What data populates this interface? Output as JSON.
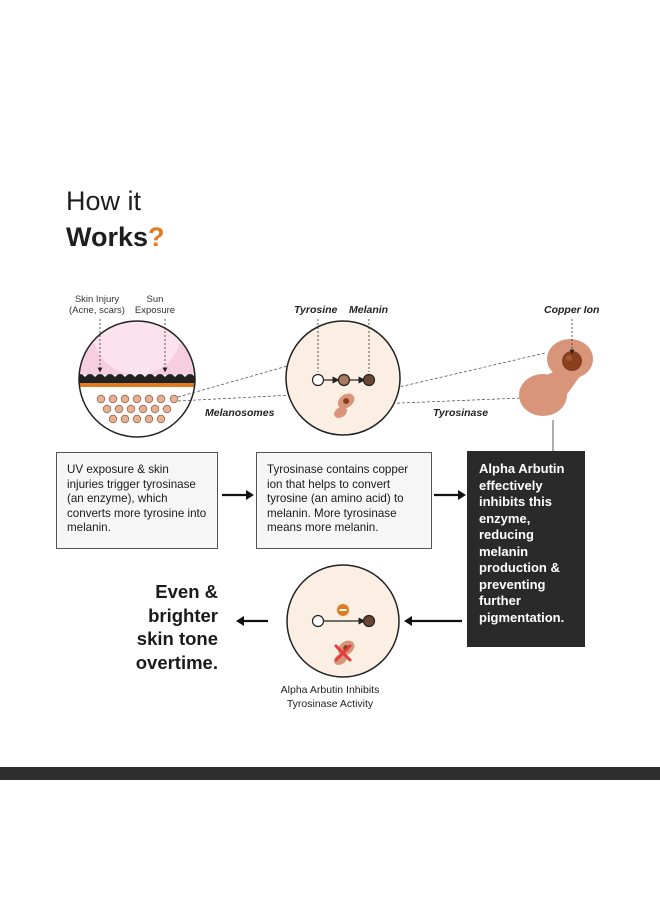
{
  "heading": {
    "line1": "How it",
    "line2": "Works",
    "mark": "?"
  },
  "colors": {
    "accent": "#e07b1f",
    "dark": "#2a2a2a",
    "skin": "#d9957a",
    "melanin": "#6b4632",
    "pink": "#f5c6dc"
  },
  "labels": {
    "skin_injury": [
      "Skin Injury",
      "(Acne, scars)"
    ],
    "sun_exposure": [
      "Sun",
      "Exposure"
    ],
    "tyrosine": "Tyrosine",
    "melanin": "Melanin",
    "copper_ion": "Copper Ion",
    "melanosomes": "Melanosomes",
    "tyrosinase": "Tyrosinase"
  },
  "boxes": {
    "step1": "UV exposure & skin injuries trigger tyrosinase (an enzyme), which converts more tyrosine into melanin.",
    "step2": "Tyrosinase contains copper ion that helps to convert tyrosine (an amino acid) to melanin. More tyrosinase means more melanin.",
    "step3": "Alpha Arbutin effectively inhibits this enzyme, reducing melanin production & preventing further pigmentation."
  },
  "result": [
    "Even &",
    "brighter",
    "skin tone",
    "overtime."
  ],
  "caption": [
    "Alpha Arbutin Inhibits",
    "Tyrosinase Activity"
  ],
  "icons": [
    "right-arrow-icon",
    "left-arrow-icon",
    "minus-icon",
    "cross-icon"
  ]
}
